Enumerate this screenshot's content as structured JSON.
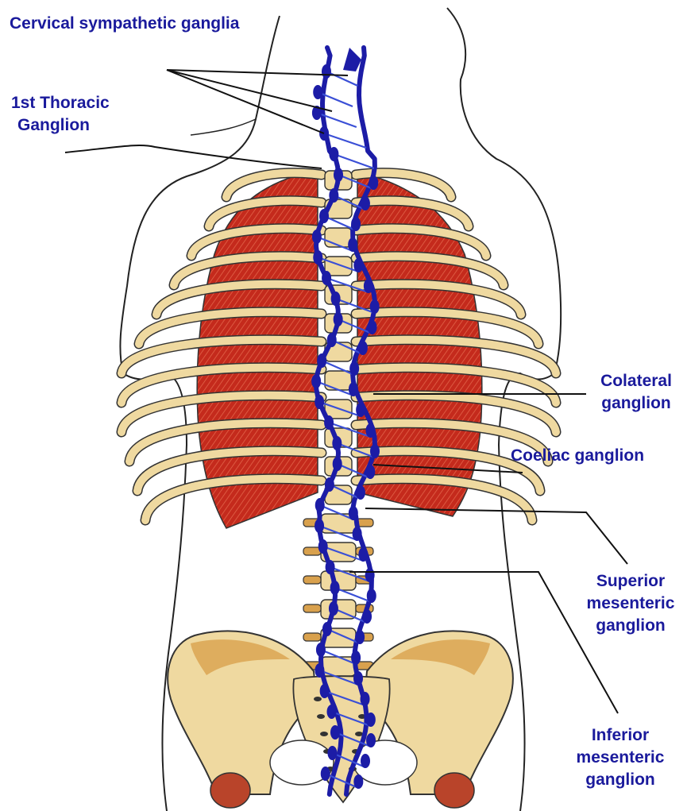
{
  "colors": {
    "label_text": "#1a1a9c",
    "nerve": "#1c1ca6",
    "nerve_light": "#3a4fd6",
    "muscle": "#c42a1c",
    "muscle_stripe": "#e25a3c",
    "bone": "#efd9a0",
    "bone_shadow": "#d9a14d",
    "bone_dark": "#b9742e",
    "outline": "#222222",
    "leader": "#111111"
  },
  "labels": {
    "cervical": [
      "Cervical sympathetic ganglia"
    ],
    "thoracic": [
      "1st Thoracic",
      "Ganglion"
    ],
    "colateral": [
      "Colateral",
      "ganglion"
    ],
    "coeliac": [
      "Coeliac ganglion"
    ],
    "superior": [
      "Superior",
      "mesenteric",
      "ganglion"
    ],
    "inferior": [
      "Inferior",
      "mesenteric",
      "ganglion"
    ]
  }
}
